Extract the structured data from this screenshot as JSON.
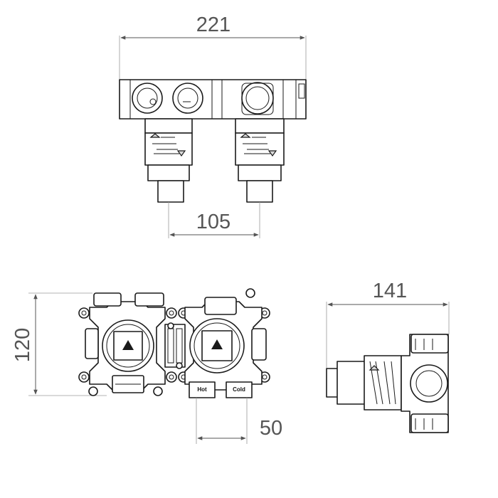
{
  "dimensions": {
    "top_width": "221",
    "center_distance": "105",
    "front_height": "120",
    "outlet_distance": "50",
    "side_width": "141"
  },
  "labels": {
    "hot": "Hot",
    "cold": "Cold"
  }
}
